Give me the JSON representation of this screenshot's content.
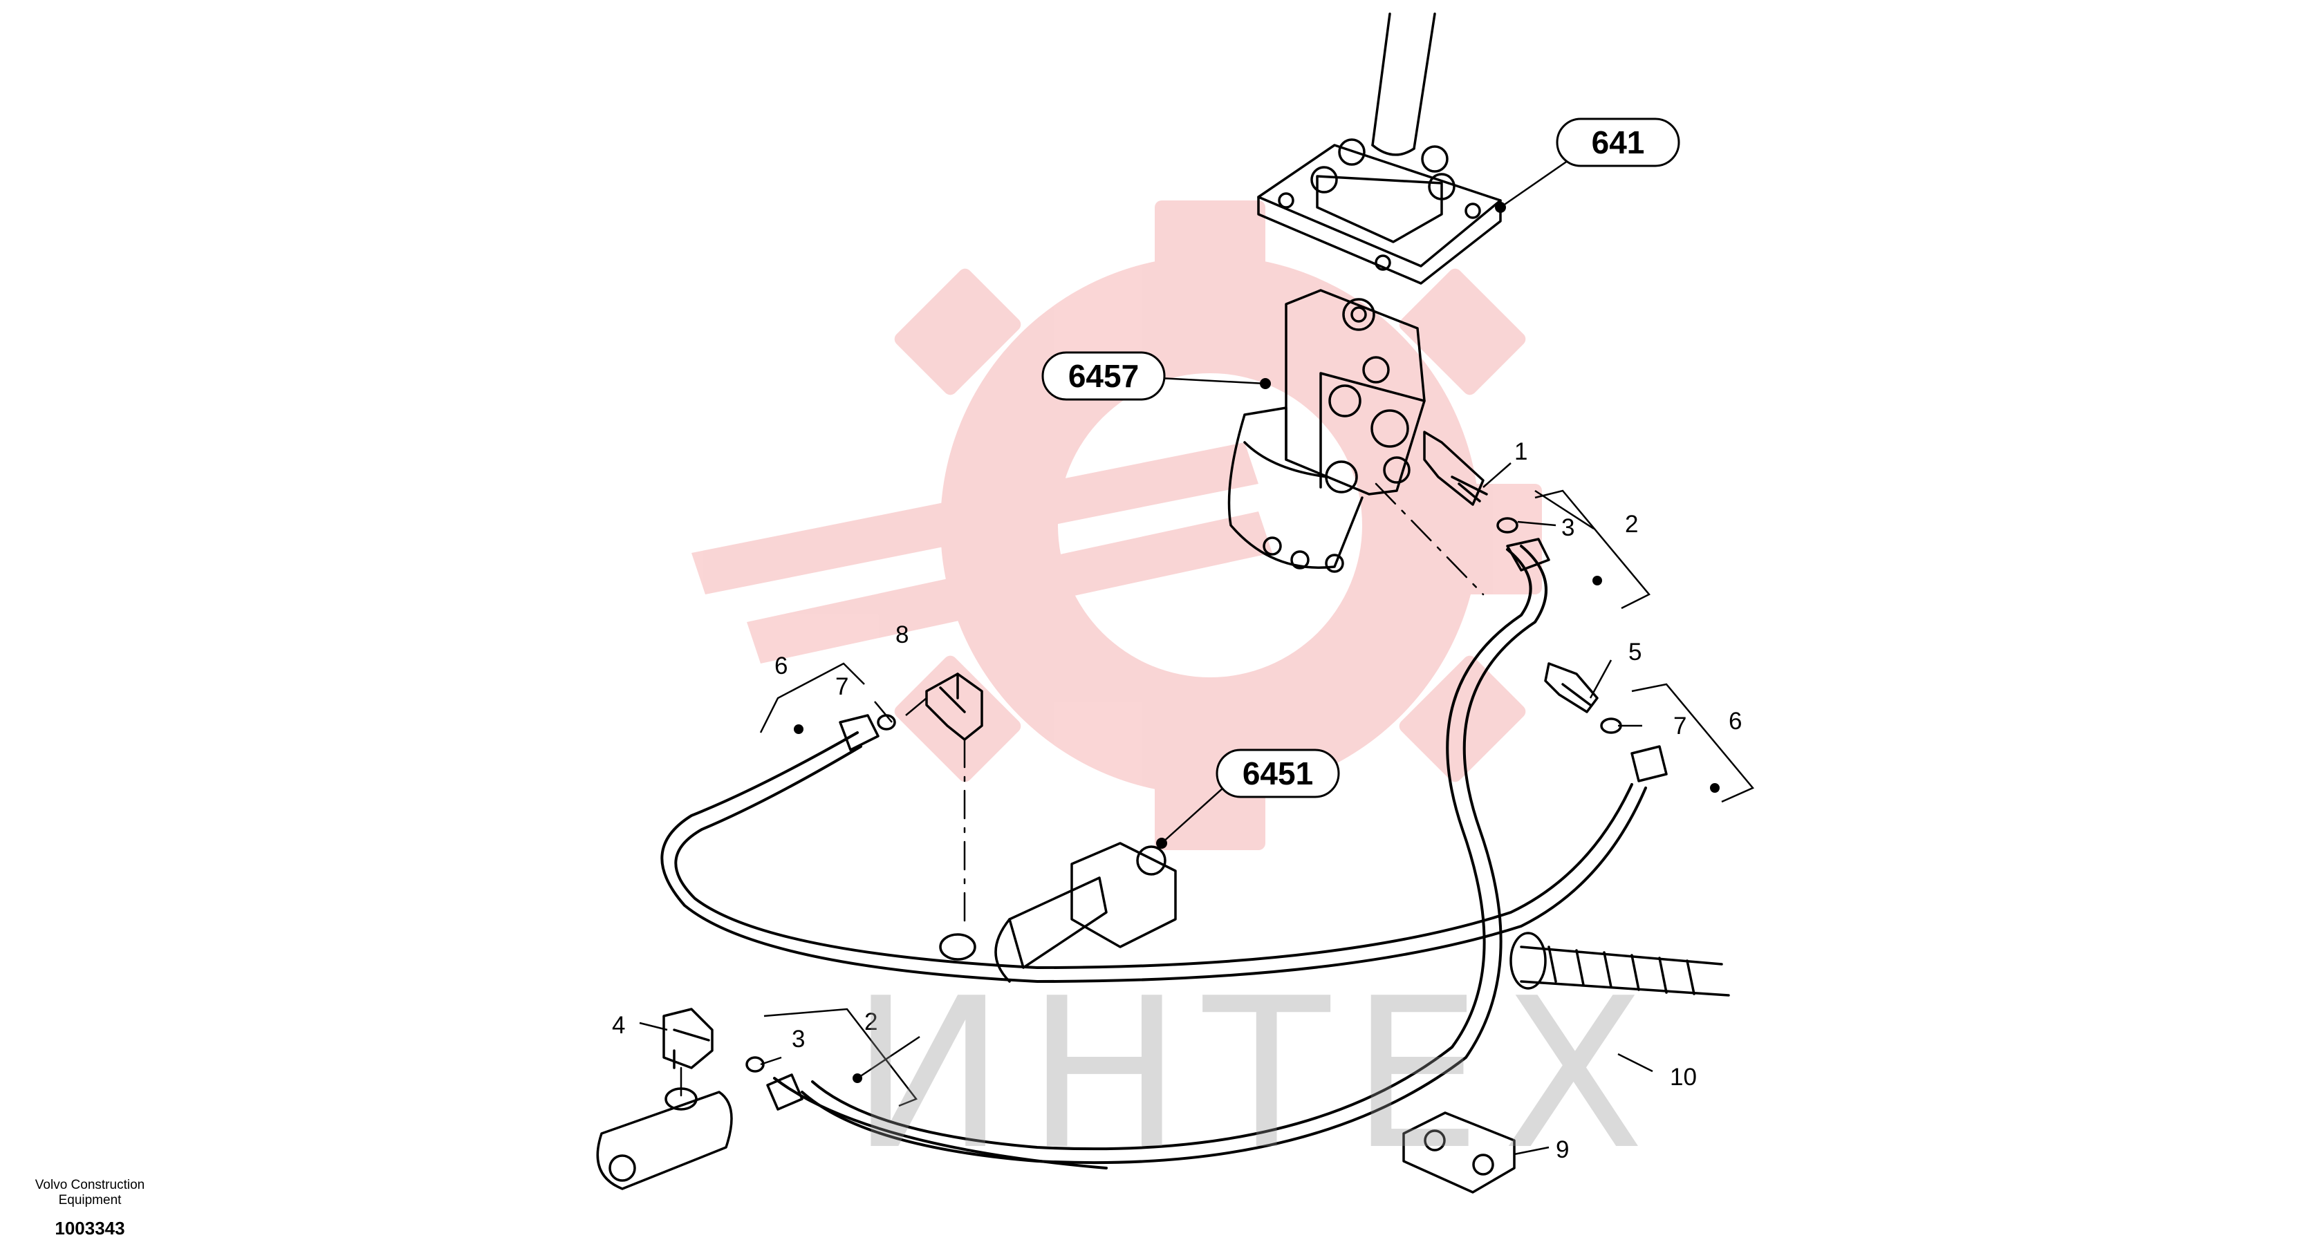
{
  "watermark": {
    "text": "ИНТЕХ",
    "color": "#f2a0a0"
  },
  "footer": {
    "brand_line1": "Volvo Construction",
    "brand_line2": "Equipment",
    "doc_number": "1003343"
  },
  "references": {
    "r641": "641",
    "r6457": "6457",
    "r6451": "6451"
  },
  "labels": {
    "l1": "1",
    "l2a": "2",
    "l2b": "2",
    "l3a": "3",
    "l3b": "3",
    "l4": "4",
    "l5": "5",
    "l6a": "6",
    "l6b": "6",
    "l7a": "7",
    "l7b": "7",
    "l8": "8",
    "l9": "9",
    "l10": "10"
  }
}
